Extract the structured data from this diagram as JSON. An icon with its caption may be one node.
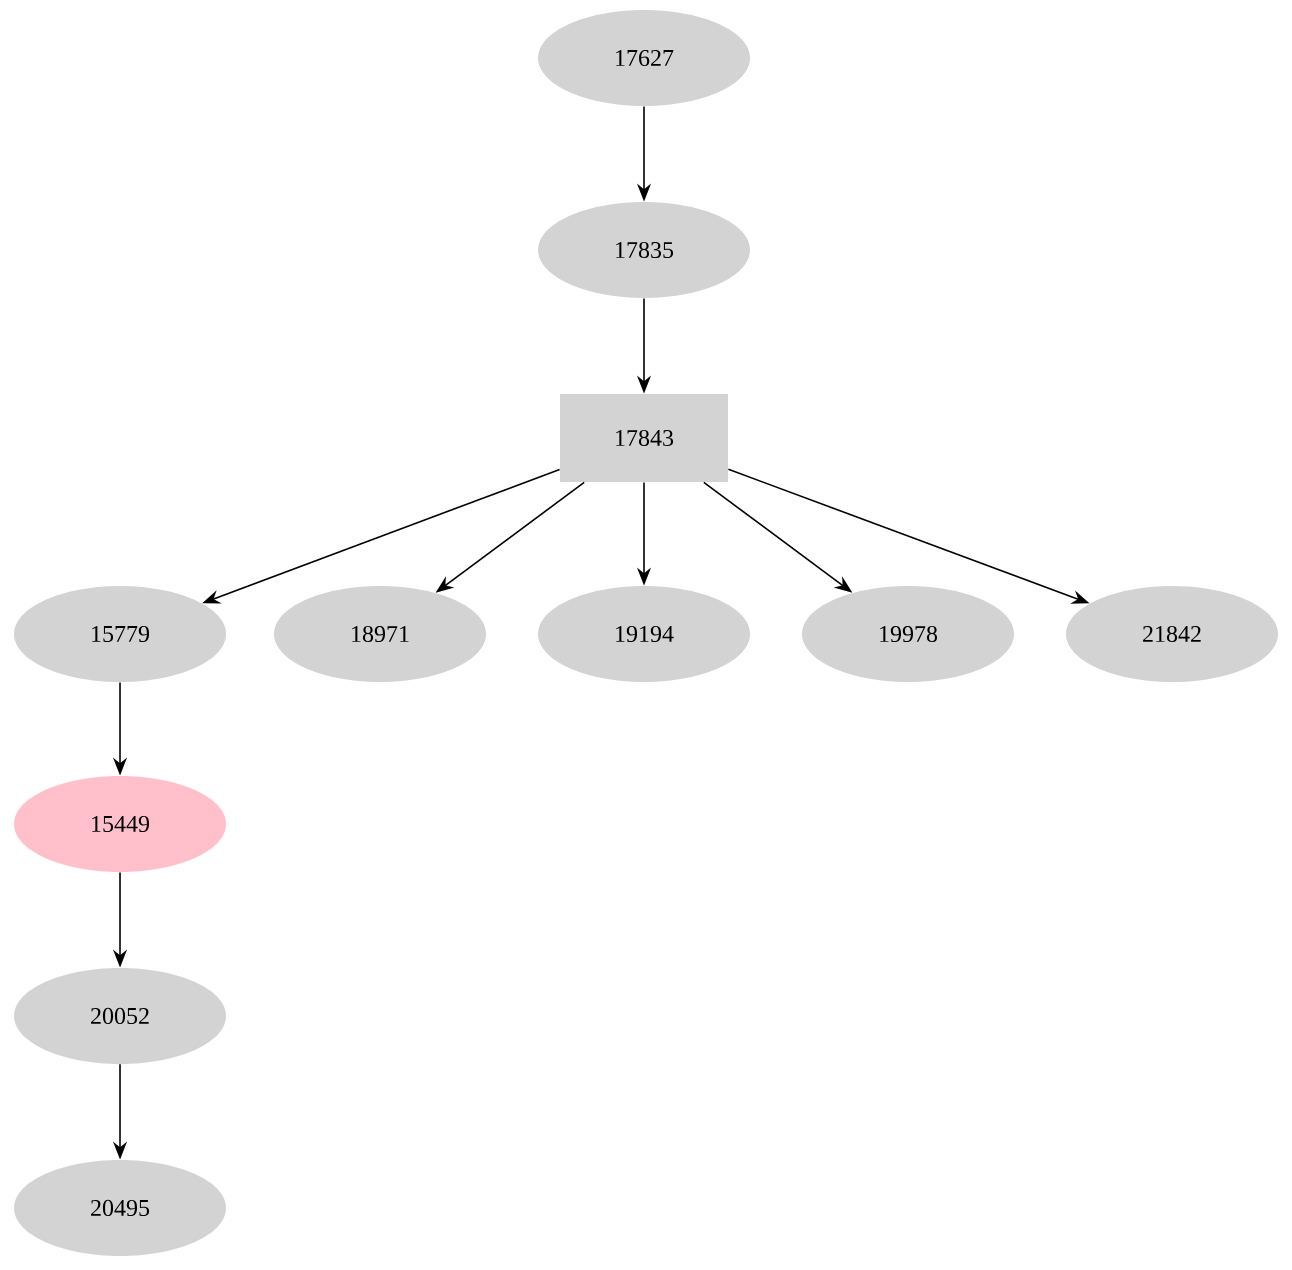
{
  "diagram": {
    "nodes": [
      {
        "text": [
          "17627"
        ]
      },
      {
        "text": [
          "17835"
        ]
      },
      {
        "text": [
          "17843"
        ]
      },
      {
        "text": [
          "15779"
        ]
      },
      {
        "text": [
          "18971"
        ]
      },
      {
        "text": [
          "19194"
        ]
      },
      {
        "text": [
          "19978"
        ]
      },
      {
        "text": [
          "21842"
        ]
      },
      {
        "text": [
          "15449"
        ]
      },
      {
        "text": [
          "20052"
        ]
      },
      {
        "text": [
          "20495"
        ]
      }
    ],
    "edges": [
      {
        "from": 0,
        "to": 1,
        "arrow": "to"
      },
      {
        "from": 1,
        "to": 2,
        "arrow": "to"
      },
      {
        "from": 2,
        "to": 3,
        "arrow": "to"
      },
      {
        "from": 2,
        "to": 4,
        "arrow": "to"
      },
      {
        "from": 2,
        "to": 5,
        "arrow": "to"
      },
      {
        "from": 2,
        "to": 6,
        "arrow": "to"
      },
      {
        "from": 2,
        "to": 7,
        "arrow": "to"
      },
      {
        "from": 3,
        "to": 8,
        "arrow": "to"
      },
      {
        "from": 8,
        "to": 9,
        "arrow": "to"
      },
      {
        "from": 9,
        "to": 10,
        "arrow": "to"
      }
    ]
  }
}
